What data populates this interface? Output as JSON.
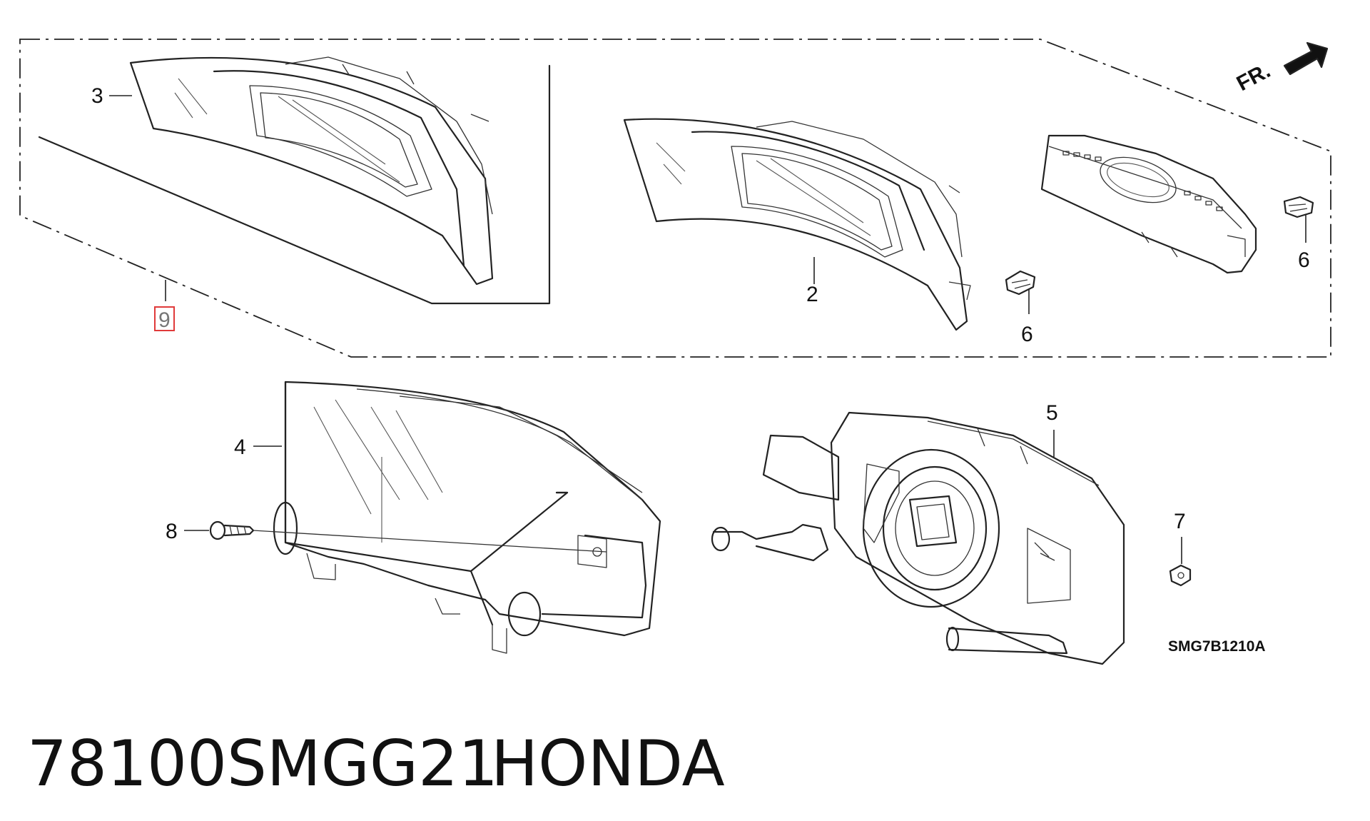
{
  "diagram": {
    "callouts": {
      "p2": "2",
      "p3": "3",
      "p4": "4",
      "p5": "5",
      "p6a": "6",
      "p6b": "6",
      "p7": "7",
      "p8": "8",
      "p9": "9"
    },
    "highlight_color": "#e03a3a",
    "direction_label": "FR.",
    "diagram_code": "SMG7B1210A"
  },
  "footer": {
    "part_number": "78100SMGG21",
    "brand": "HONDA"
  }
}
